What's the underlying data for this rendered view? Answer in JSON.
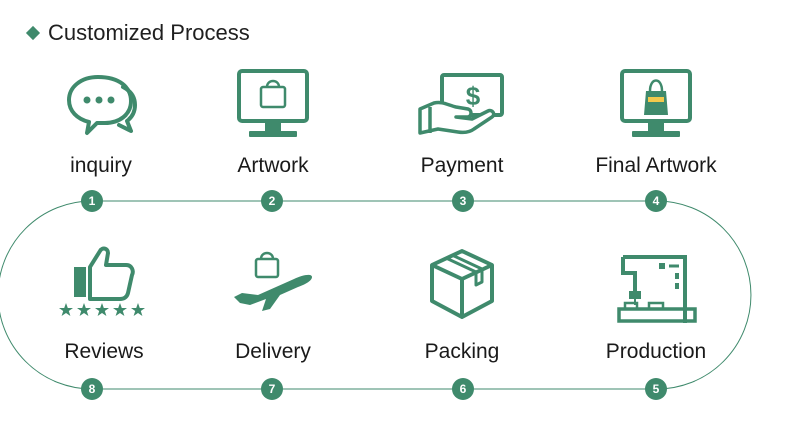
{
  "header": {
    "title": "Customized Process"
  },
  "colors": {
    "accent": "#3f8a6c",
    "icon_stroke": "#3f8a6c",
    "icon_fill": "#e9f4ef"
  },
  "steps": [
    {
      "number": "1",
      "label": "inquiry",
      "icon": "chat-bubbles-icon"
    },
    {
      "number": "2",
      "label": "Artwork",
      "icon": "monitor-bag-icon"
    },
    {
      "number": "3",
      "label": "Payment",
      "icon": "hand-dollar-icon"
    },
    {
      "number": "4",
      "label": "Final Artwork",
      "icon": "monitor-tote-bag-icon"
    },
    {
      "number": "5",
      "label": "Production",
      "icon": "sewing-machine-icon"
    },
    {
      "number": "6",
      "label": "Packing",
      "icon": "package-box-icon"
    },
    {
      "number": "7",
      "label": "Delivery",
      "icon": "airplane-bag-icon"
    },
    {
      "number": "8",
      "label": "Reviews",
      "icon": "thumbs-up-stars-icon"
    }
  ]
}
